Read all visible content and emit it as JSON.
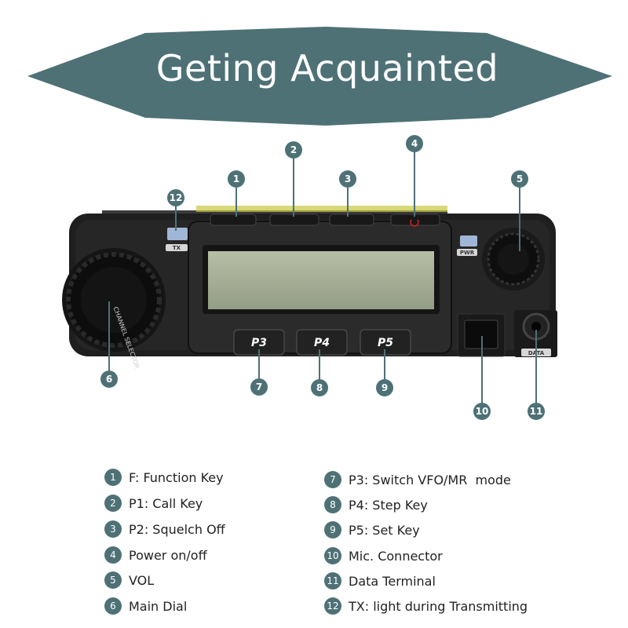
{
  "banner": {
    "title": "Geting Acquainted",
    "color": "#4e7176"
  },
  "device": {
    "keys": {
      "p3": "P3",
      "p4": "P4",
      "p5": "P5"
    },
    "indicators": {
      "tx": "TX",
      "pwr": "PWR",
      "data": "DATA"
    },
    "dial_text": "CHANNEL SELECTOR",
    "callouts": [
      "1",
      "2",
      "3",
      "4",
      "5",
      "6",
      "7",
      "8",
      "9",
      "10",
      "11",
      "12"
    ]
  },
  "legend": {
    "left": [
      {
        "num": "1",
        "text": "F: Function Key"
      },
      {
        "num": "2",
        "text": "P1: Call Key"
      },
      {
        "num": "3",
        "text": "P2: Squelch Off"
      },
      {
        "num": "4",
        "text": "Power on/off"
      },
      {
        "num": "5",
        "text": "VOL"
      },
      {
        "num": "6",
        "text": "Main Dial"
      }
    ],
    "right": [
      {
        "num": "7",
        "text": "P3: Switch VFO/MR  mode"
      },
      {
        "num": "8",
        "text": "P4: Step Key"
      },
      {
        "num": "9",
        "text": "P5: Set Key"
      },
      {
        "num": "10",
        "text": "Mic. Connector"
      },
      {
        "num": "11",
        "text": "Data Terminal"
      },
      {
        "num": "12",
        "text": "TX: light during Transmitting"
      }
    ]
  }
}
